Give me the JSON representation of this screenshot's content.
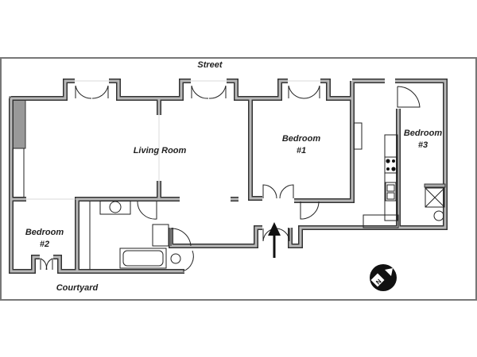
{
  "plan": {
    "labels": {
      "street": "Street",
      "courtyard": "Courtyard",
      "living_room": "Living Room",
      "bedroom1_line1": "Bedroom",
      "bedroom1_line2": "#1",
      "bedroom2_line1": "Bedroom",
      "bedroom2_line2": "#2",
      "bedroom3_line1": "Bedroom",
      "bedroom3_line2": "#3"
    },
    "compass": "N",
    "colors": {
      "wall_fill": "#b8b8b8",
      "wall_outline": "#333333",
      "frame": "#777777"
    }
  }
}
